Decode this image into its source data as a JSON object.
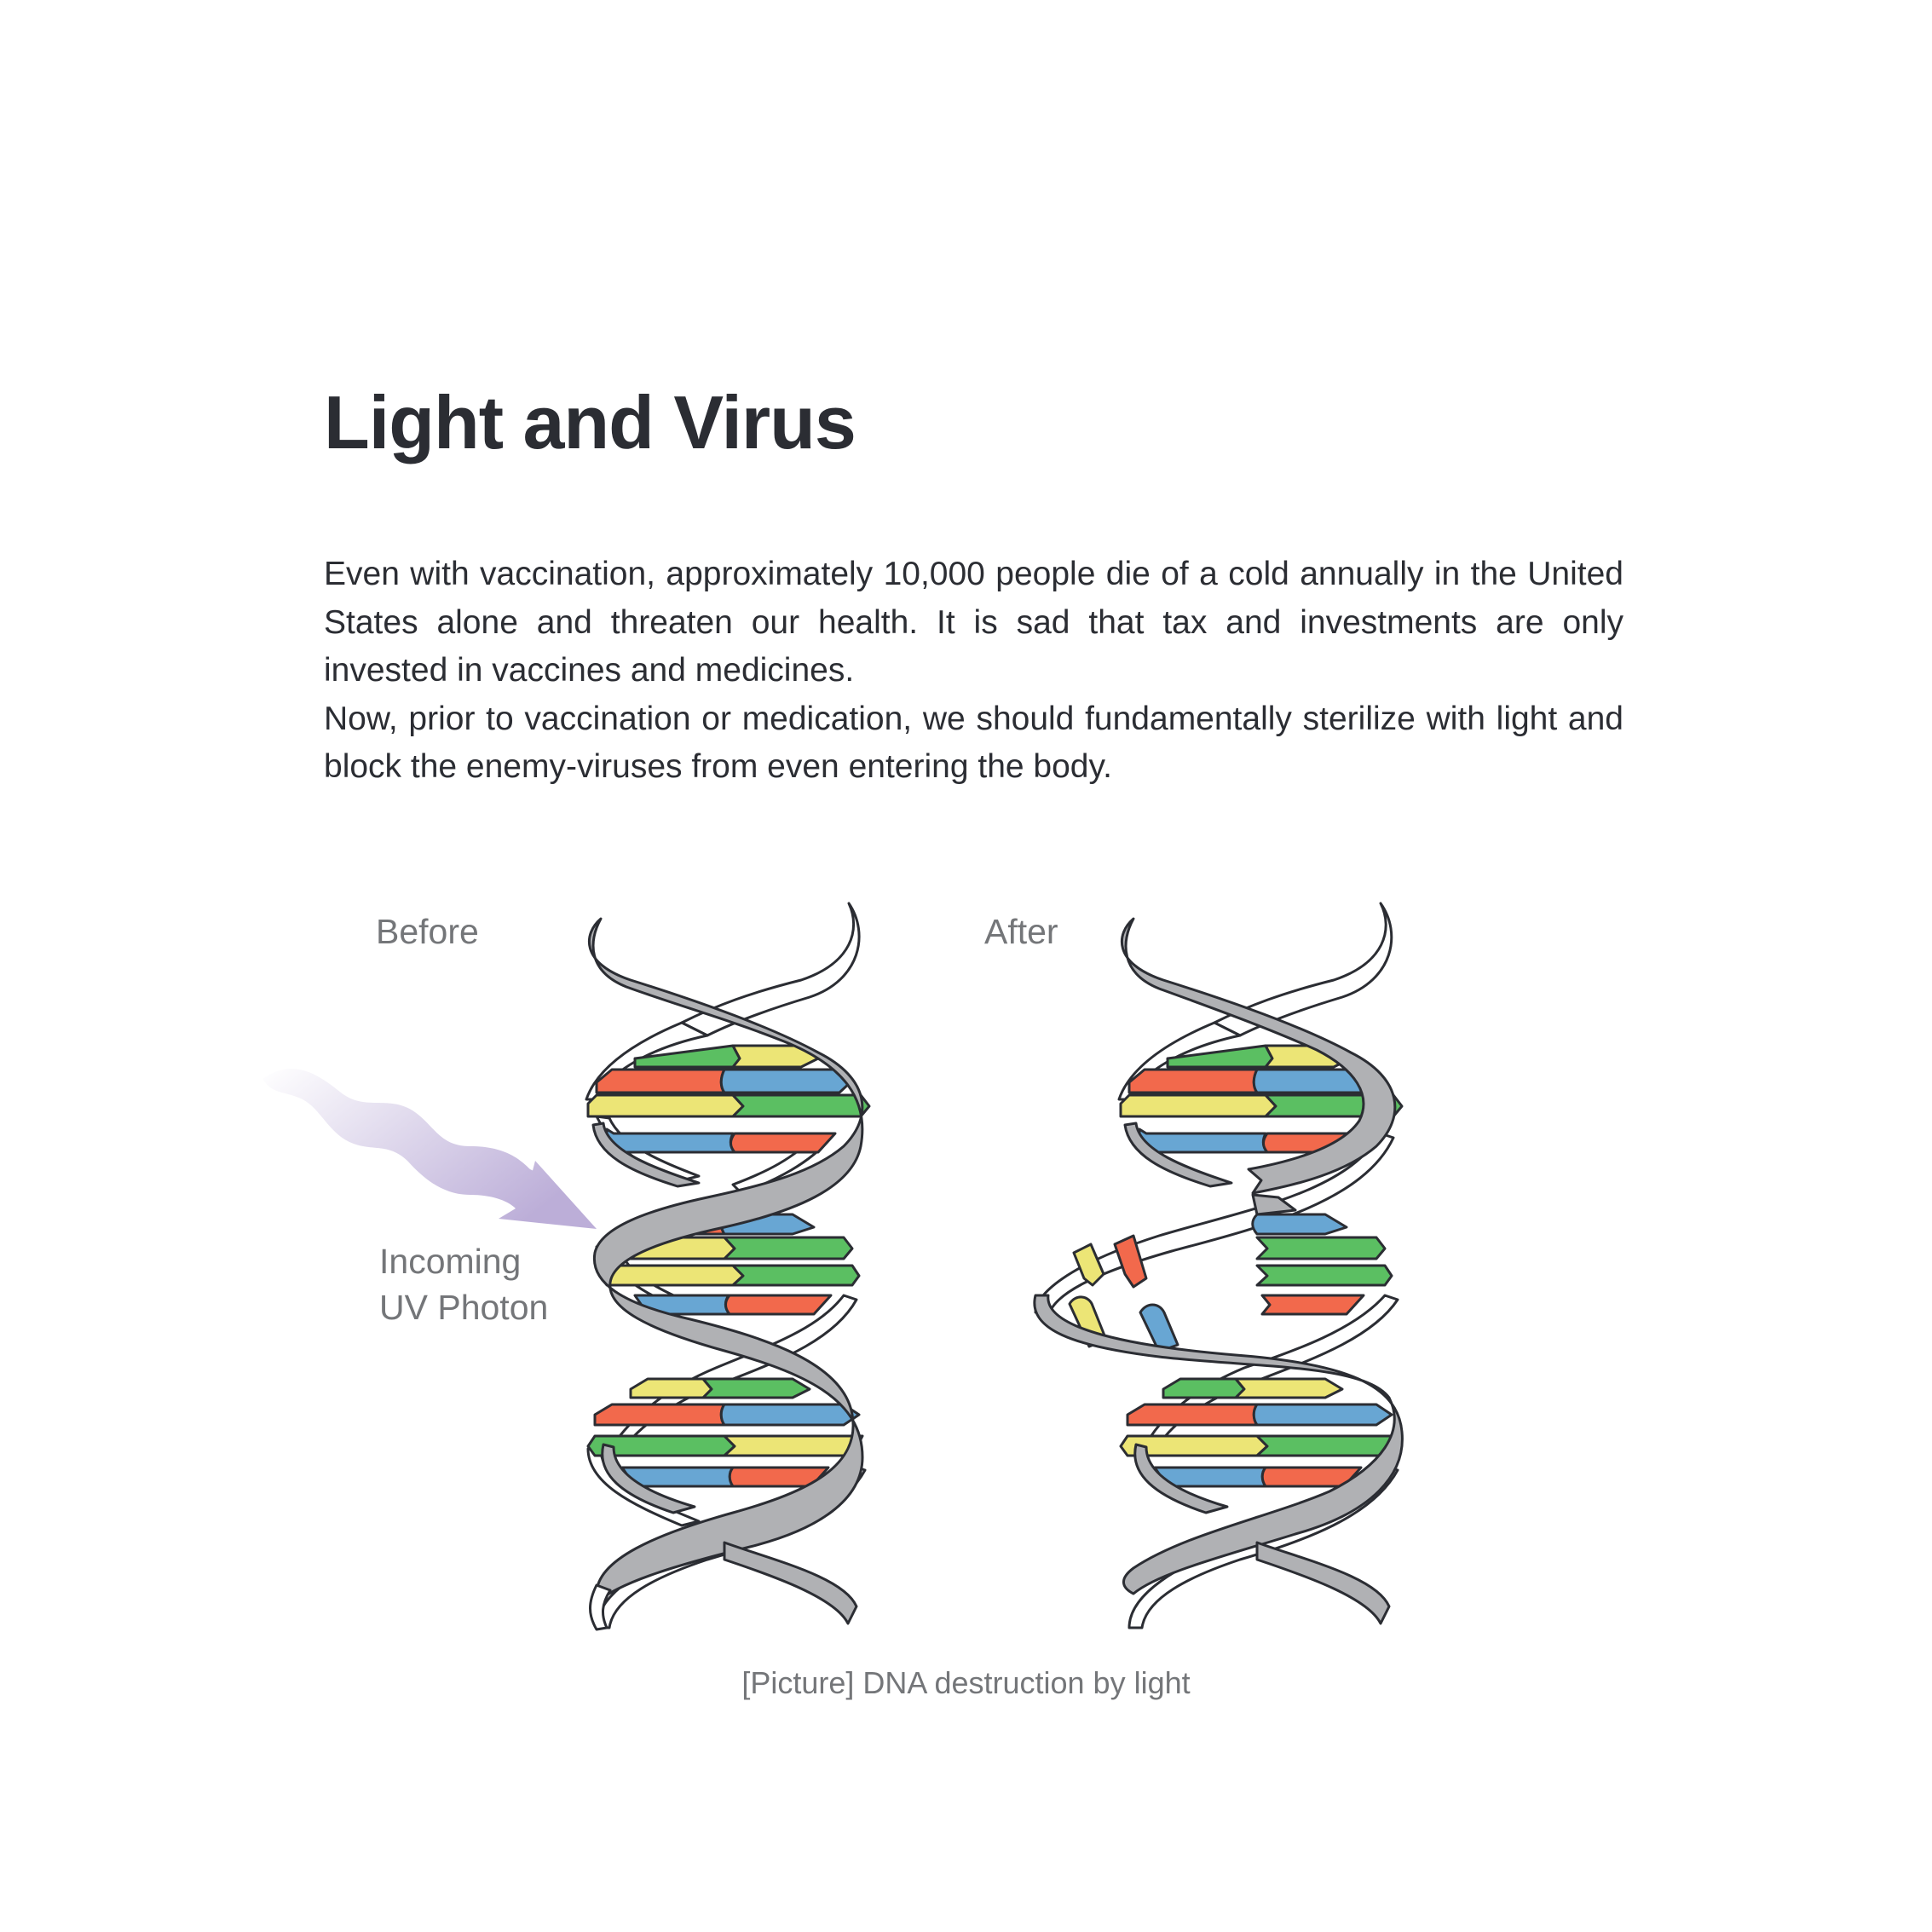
{
  "title": "Light and Virus",
  "paragraphs": [
    "Even with vaccination, approximately 10,000 people die of a cold annually in the United States alone and threaten our health. It is sad that tax and investments are only invested in vaccines and medicines.",
    "Now, prior to vaccination or medication, we should fundamentally sterilize with light and block the enemy-viruses from even entering the body."
  ],
  "figure": {
    "label_before": "Before",
    "label_after": "After",
    "label_uv": "Incoming\nUV Photon",
    "caption": "[Picture] DNA destruction by light"
  },
  "colors": {
    "text": "#2b2d33",
    "muted": "#747679",
    "backbone": "#b0b1b4",
    "outline": "#2b2d33",
    "base_green": "#5bbf62",
    "base_yellow": "#ece576",
    "base_blue": "#68a6d3",
    "base_red": "#f2694c",
    "uv_arrow": "#bcaed8"
  }
}
